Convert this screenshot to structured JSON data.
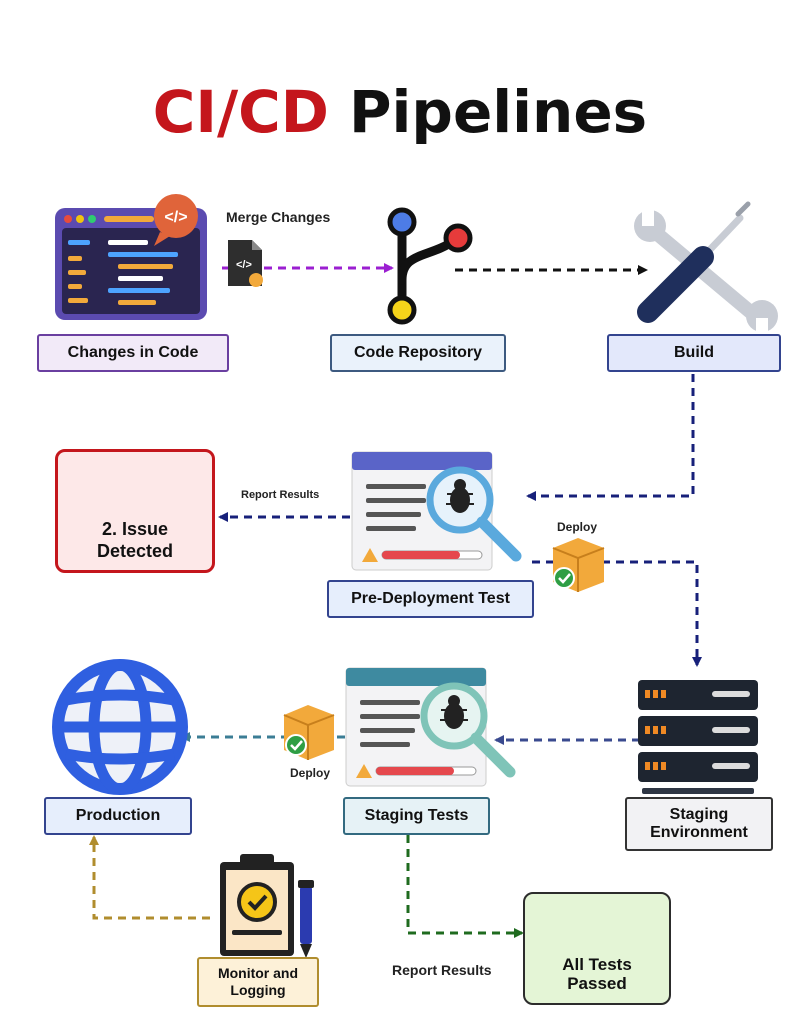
{
  "title": {
    "part1": "CI/CD",
    "part2": "Pipelines"
  },
  "colors": {
    "accent_red": "#c4161c",
    "navy_arrow": "#17207a",
    "purple_arrow": "#9b1fd1",
    "green_arrow": "#1f6b1f",
    "gold_arrow": "#b08d2e"
  },
  "nodes": {
    "changes_in_code": "Changes in Code",
    "code_repository": "Code Repository",
    "build": "Build",
    "issue_detected": "2. Issue Detected",
    "pre_deployment_test": "Pre-Deployment Test",
    "staging_environment": "Staging Environment",
    "staging_tests": "Staging Tests",
    "production": "Production",
    "monitor_logging": "Monitor and Logging",
    "all_tests_passed": "All Tests Passed"
  },
  "edge_labels": {
    "merge_changes": "Merge Changes",
    "report_results_top": "Report Results",
    "deploy_top": "Deploy",
    "deploy_bottom": "Deploy",
    "report_results_bottom": "Report Results"
  },
  "icons": [
    "code-editor-icon",
    "file-code-icon",
    "git-branch-icon",
    "wrench-screwdriver-icon",
    "warning-triangle-icon",
    "bug-report-icon",
    "package-box-icon",
    "server-rack-icon",
    "globe-icon",
    "clipboard-pen-icon",
    "badge-check-icon"
  ]
}
